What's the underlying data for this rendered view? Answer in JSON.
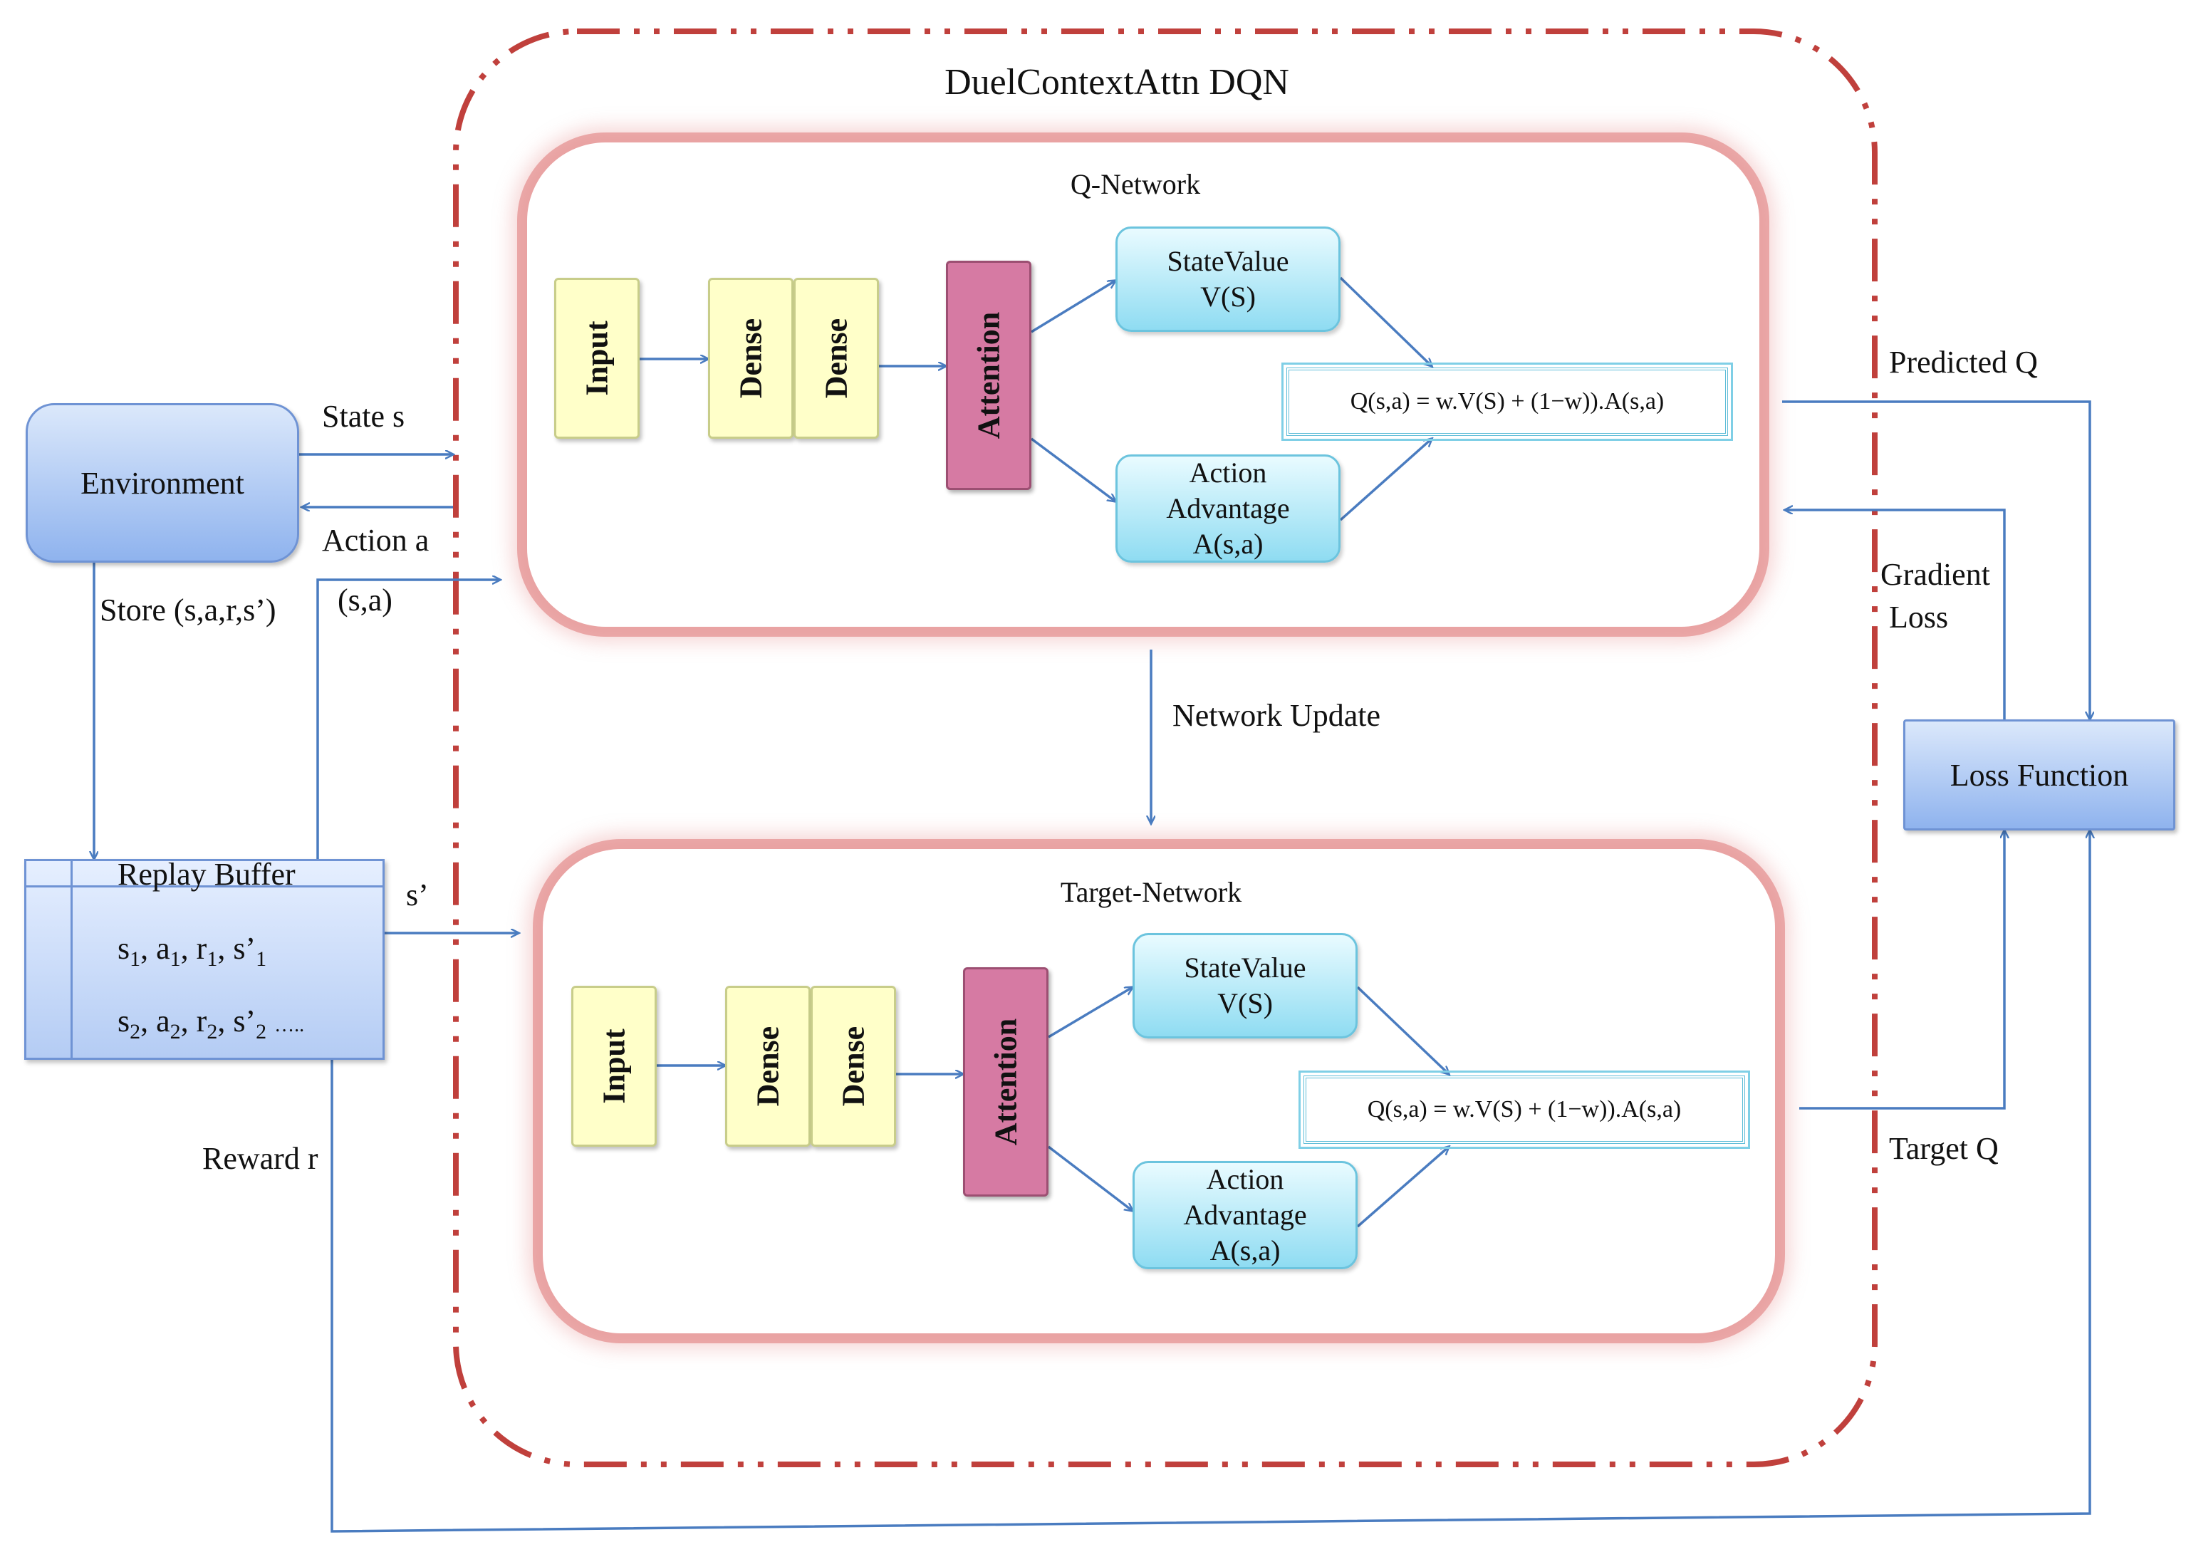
{
  "title": "DuelContextAttn DQN",
  "environment": {
    "label": "Environment"
  },
  "loss_function": {
    "label": "Loss Function"
  },
  "replay_buffer": {
    "label": "Replay Buffer",
    "row1": {
      "s": "s",
      "s_sub": "1",
      "a": "a",
      "a_sub": "1",
      "r": "r",
      "r_sub": "1",
      "s2": "s’",
      "s2_sub": "1"
    },
    "row2": {
      "s": "s",
      "s_sub": "2",
      "a": "a",
      "a_sub": "2",
      "r": "r",
      "r_sub": "2",
      "s2": "s’",
      "s2_sub": "2",
      "ellipsis": "….."
    }
  },
  "q_network": {
    "title": "Q-Network",
    "input": "Input",
    "dense1": "Dense",
    "dense2": "Dense",
    "attention": "Attention",
    "state_value": {
      "line1": "StateValue",
      "line2": "V(S)"
    },
    "action_advantage": {
      "line1": "Action",
      "line2": "Advantage",
      "line3": "A(s,a)"
    },
    "formula": "Q(s,a) = w.V(S) + (1−w)).A(s,a)"
  },
  "target_network": {
    "title": "Target-Network",
    "input": "Input",
    "dense1": "Dense",
    "dense2": "Dense",
    "attention": "Attention",
    "state_value": {
      "line1": "StateValue",
      "line2": "V(S)"
    },
    "action_advantage": {
      "line1": "Action",
      "line2": "Advantage",
      "line3": "A(s,a)"
    },
    "formula": "Q(s,a) = w.V(S) + (1−w)).A(s,a)"
  },
  "labels": {
    "state_s": "State s",
    "action_a": "Action a",
    "store": "Store (s,a,r,s’)",
    "sa": "(s,a)",
    "s_prime": "s’",
    "reward_r": "Reward r",
    "network_update": "Network Update",
    "predicted_q": "Predicted Q",
    "gradient": "Gradient",
    "loss": "Loss",
    "target_q": "Target Q"
  },
  "colors": {
    "arrow": "#4a7cc0",
    "outer_dash": "#c0403c",
    "attention": "#d67aa3",
    "dense_input": "#ffffc9",
    "head_boxes": "#8fdcf2",
    "env_loss_boxes": "#8fb3ee"
  }
}
